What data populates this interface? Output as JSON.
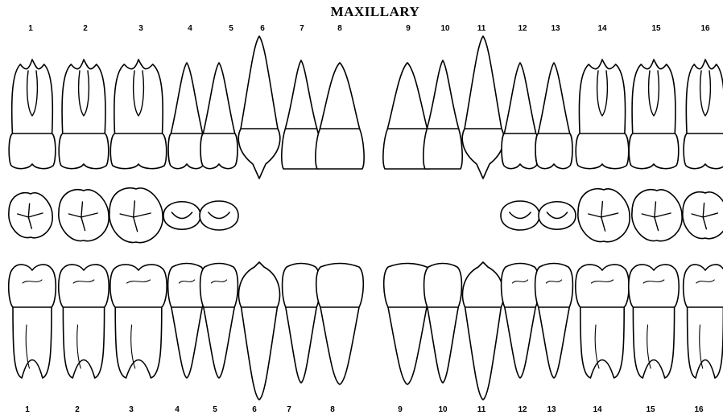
{
  "title": "MAXILLARY",
  "top_numbers": [
    "1",
    "2",
    "3",
    "4",
    "5",
    "6",
    "7",
    "8",
    "9",
    "10",
    "11",
    "12",
    "13",
    "14",
    "15",
    "16"
  ],
  "bottom_numbers": [
    "1",
    "2",
    "3",
    "4",
    "5",
    "6",
    "7",
    "8",
    "9",
    "10",
    "11",
    "12",
    "13",
    "14",
    "15",
    "16"
  ],
  "upper_teeth": [
    {
      "number": "1",
      "kind": "molar"
    },
    {
      "number": "2",
      "kind": "molar"
    },
    {
      "number": "3",
      "kind": "molar"
    },
    {
      "number": "4",
      "kind": "premolar"
    },
    {
      "number": "5",
      "kind": "premolar"
    },
    {
      "number": "6",
      "kind": "canine"
    },
    {
      "number": "7",
      "kind": "lateral-incisor"
    },
    {
      "number": "8",
      "kind": "central-incisor"
    },
    {
      "number": "9",
      "kind": "central-incisor"
    },
    {
      "number": "10",
      "kind": "lateral-incisor"
    },
    {
      "number": "11",
      "kind": "canine"
    },
    {
      "number": "12",
      "kind": "premolar"
    },
    {
      "number": "13",
      "kind": "premolar"
    },
    {
      "number": "14",
      "kind": "molar"
    },
    {
      "number": "15",
      "kind": "molar"
    },
    {
      "number": "16",
      "kind": "molar"
    }
  ],
  "occlusal_left": [
    "1",
    "2",
    "3",
    "4",
    "5"
  ],
  "occlusal_right": [
    "12",
    "13",
    "14",
    "15",
    "16"
  ],
  "lower_teeth": [
    {
      "number": "1",
      "kind": "molar"
    },
    {
      "number": "2",
      "kind": "molar"
    },
    {
      "number": "3",
      "kind": "molar"
    },
    {
      "number": "4",
      "kind": "premolar"
    },
    {
      "number": "5",
      "kind": "premolar"
    },
    {
      "number": "6",
      "kind": "canine"
    },
    {
      "number": "7",
      "kind": "lateral-incisor"
    },
    {
      "number": "8",
      "kind": "central-incisor"
    },
    {
      "number": "9",
      "kind": "central-incisor"
    },
    {
      "number": "10",
      "kind": "lateral-incisor"
    },
    {
      "number": "11",
      "kind": "canine"
    },
    {
      "number": "12",
      "kind": "premolar"
    },
    {
      "number": "13",
      "kind": "premolar"
    },
    {
      "number": "14",
      "kind": "molar"
    },
    {
      "number": "15",
      "kind": "molar"
    },
    {
      "number": "16",
      "kind": "molar"
    }
  ]
}
